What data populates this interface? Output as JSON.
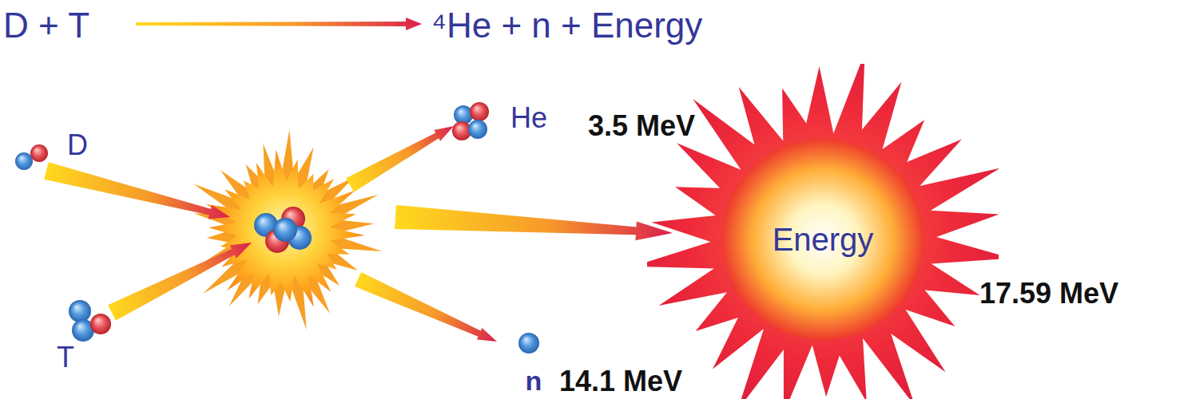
{
  "diagram": {
    "nodes": [
      {
        "text": [
          "D"
        ]
      },
      {
        "text": [
          "T"
        ]
      },
      {
        "text": [
          "He"
        ]
      },
      {
        "text": [
          "n"
        ]
      },
      {
        "text": [
          "Energy"
        ]
      }
    ],
    "labels": [
      "D + T",
      "⁴He + n + Energy",
      "3.5 MeV",
      "14.1 MeV",
      "17.59 MeV"
    ]
  }
}
